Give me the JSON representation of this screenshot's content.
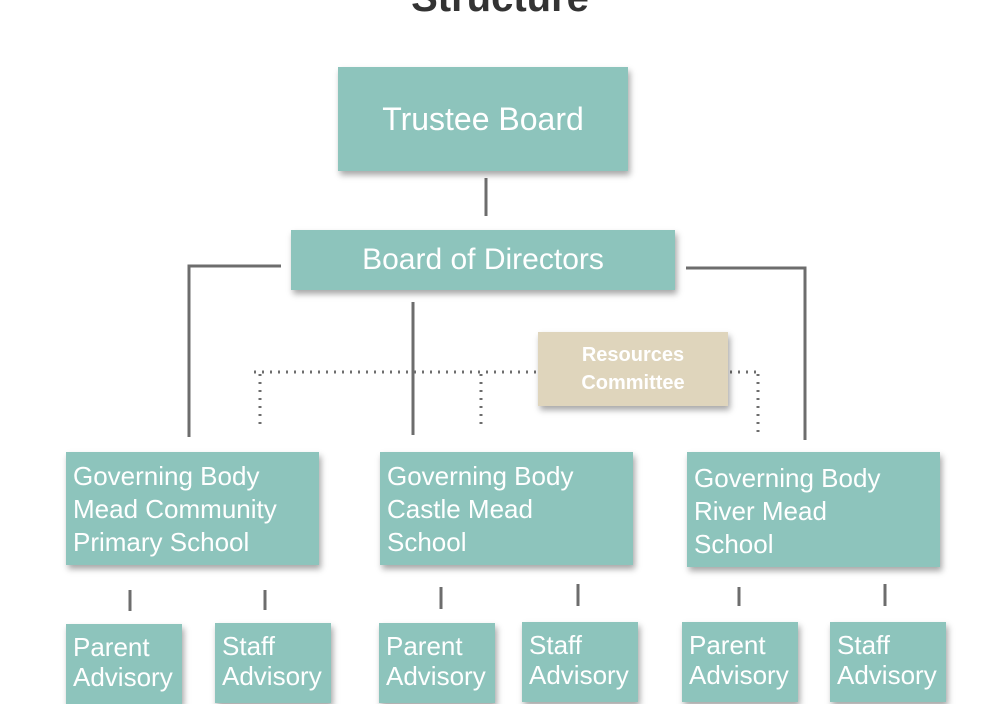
{
  "title": "Structure",
  "trustee_board": "Trustee Board",
  "board_of_directors": "Board of Directors",
  "resources_committee": [
    "Resources",
    "Committee"
  ],
  "governing_bodies": [
    {
      "lines": [
        "Governing Body",
        "Mead Community",
        "Primary School"
      ]
    },
    {
      "lines": [
        "Governing Body",
        "Castle Mead",
        "School"
      ]
    },
    {
      "lines": [
        "Governing Body",
        "River Mead",
        "School"
      ]
    }
  ],
  "sub_boxes": [
    {
      "lines": [
        "Parent",
        "Advisory"
      ]
    },
    {
      "lines": [
        "Staff",
        "Advisory"
      ]
    },
    {
      "lines": [
        "Parent",
        "Advisory"
      ]
    },
    {
      "lines": [
        "Staff",
        "Advisory"
      ]
    },
    {
      "lines": [
        "Parent",
        "Advisory"
      ]
    },
    {
      "lines": [
        "Staff",
        "Advisory"
      ]
    }
  ],
  "colors": {
    "box": "#8dc4bc",
    "committee": "#dfd5bc",
    "connector": "#6d6d6d"
  }
}
